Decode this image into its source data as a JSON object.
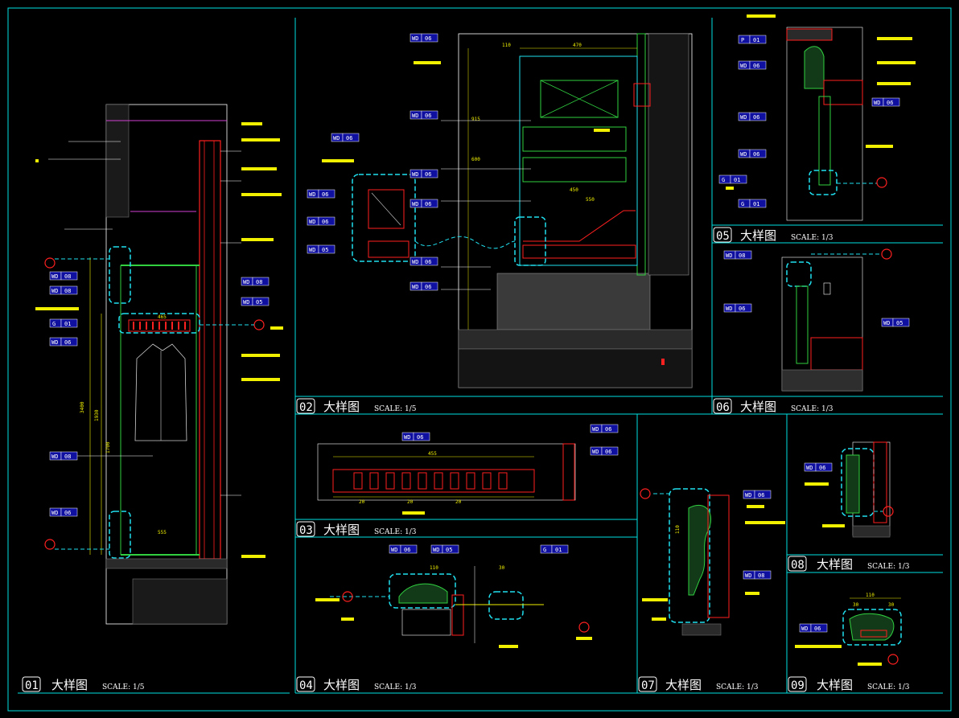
{
  "viewer": {
    "background": "#000000",
    "colors": {
      "frame": "#00e0e0",
      "outline": "#ffffff",
      "wall": "#ff2020",
      "finish": "#30d040",
      "annotation": "#f0f000",
      "highlight": "#20e0f0",
      "hatch": "#707070",
      "accent": "#d040d0",
      "tag_fill": "#1010a0",
      "marker": "#ff2020"
    }
  },
  "details": [
    {
      "id": "detail-01",
      "number": "01",
      "title": "大样图",
      "scale": "SCALE: 1/5"
    },
    {
      "id": "detail-02",
      "number": "02",
      "title": "大样图",
      "scale": "SCALE: 1/5"
    },
    {
      "id": "detail-03",
      "number": "03",
      "title": "大样图",
      "scale": "SCALE: 1/3"
    },
    {
      "id": "detail-04",
      "number": "04",
      "title": "大样图",
      "scale": "SCALE: 1/3"
    },
    {
      "id": "detail-05",
      "number": "05",
      "title": "大样图",
      "scale": "SCALE: 1/3"
    },
    {
      "id": "detail-06",
      "number": "06",
      "title": "大样图",
      "scale": "SCALE: 1/3"
    },
    {
      "id": "detail-07",
      "number": "07",
      "title": "大样图",
      "scale": "SCALE: 1/3"
    },
    {
      "id": "detail-08",
      "number": "08",
      "title": "大样图",
      "scale": "SCALE: 1/3"
    },
    {
      "id": "detail-09",
      "number": "09",
      "title": "大样图",
      "scale": "SCALE: 1/3"
    }
  ],
  "material_tags": {
    "wd_code": "WD",
    "wd_num": "06",
    "wd_alt": "08",
    "wd_alt2": "05",
    "g_code": "G",
    "g_num": "01",
    "p_code": "P",
    "p_num": "01"
  },
  "dimensions": {
    "d01_height": "3400",
    "d01_inner": "1930",
    "d01_lower": "1700",
    "d01_depth": "555",
    "d01_top": "465",
    "d02_a": "470",
    "d02_b": "110",
    "d02_c": "915",
    "d02_d": "600",
    "d02_e": "450",
    "d02_f": "550",
    "d03_total": "455",
    "d03_unit": "20",
    "d04_a": "110",
    "d04_b": "30",
    "d09_w": "110",
    "d09_a": "30",
    "d07_h": "110"
  }
}
